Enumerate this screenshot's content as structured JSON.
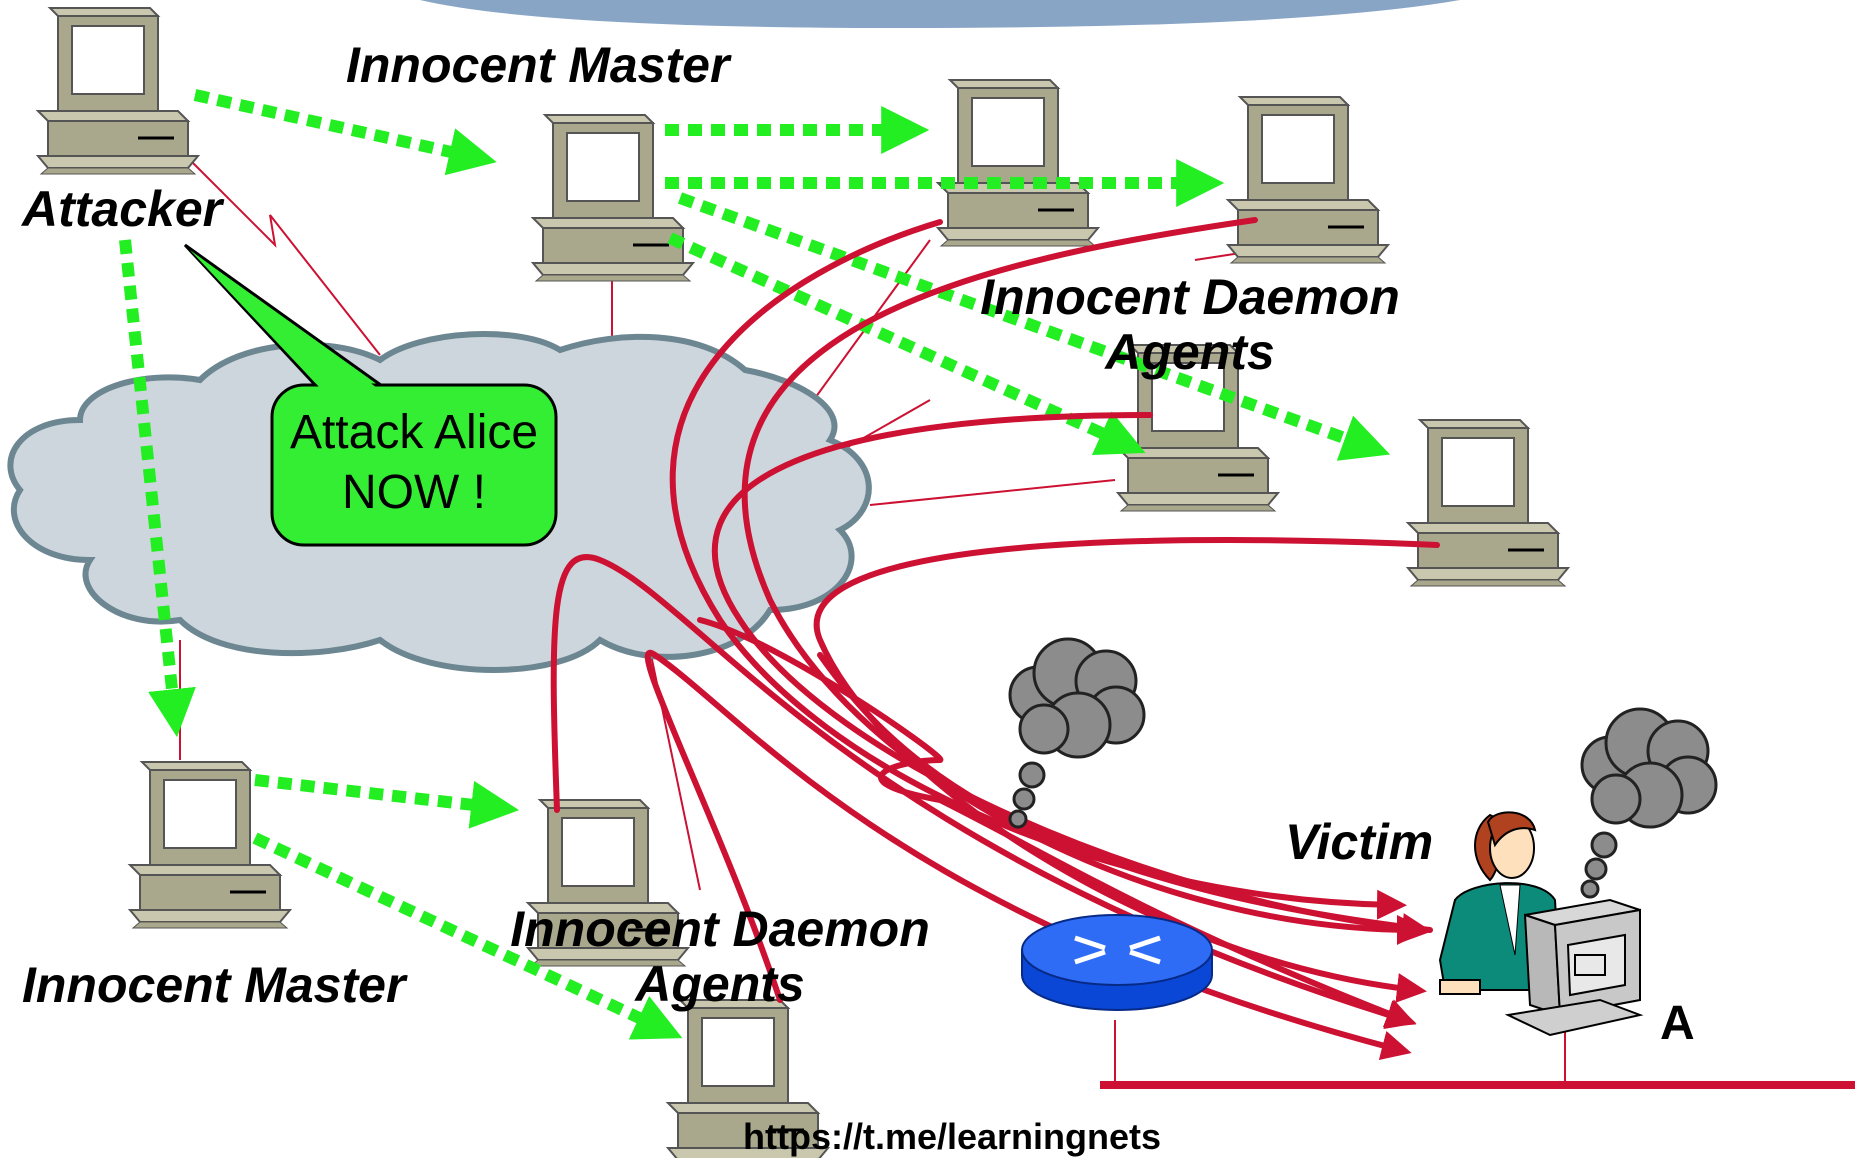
{
  "labels": {
    "attacker": "Attacker",
    "master_top": "Innocent Master",
    "master_bottom": "Innocent Master",
    "daemon_right_line1": "Innocent Daemon",
    "daemon_right_line2": "Agents",
    "daemon_bottom_line1": "Innocent Daemon",
    "daemon_bottom_line2": "Agents",
    "victim": "Victim",
    "victim_letter": "A"
  },
  "speech_bubble": {
    "line1": "Attack Alice",
    "line2": "NOW !"
  },
  "footer": {
    "url": "https://t.me/learningnets"
  },
  "icons": {
    "computer": "desktop-computer-icon",
    "router": "router-icon",
    "cloud": "network-cloud-icon",
    "smoke": "smoke-icon",
    "person": "victim-person-icon"
  },
  "colors": {
    "command_arrows": "#22ee22",
    "attack_traffic": "#cc1133",
    "cloud_fill": "#cdd6dc",
    "router_fill": "#1155ee",
    "bubble_fill": "#33ee33",
    "computer_fill": "#aaa88c"
  }
}
